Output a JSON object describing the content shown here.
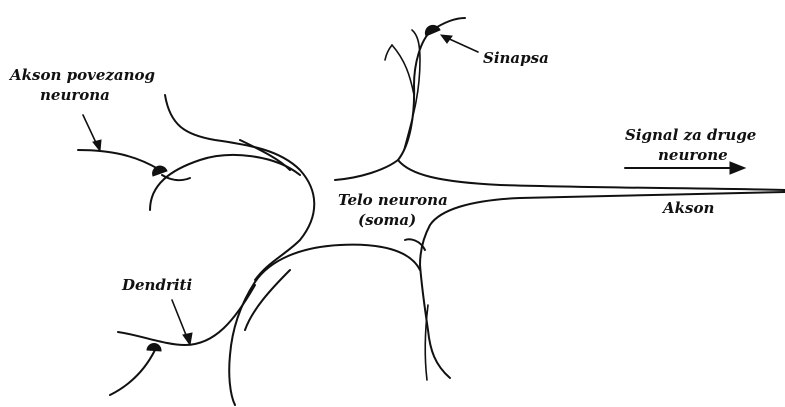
{
  "labels": {
    "axon_connected_line1": "Akson povezanog",
    "axon_connected_line2": "neurona",
    "synapse": "Sinapsa",
    "signal_line1": "Signal za druge",
    "signal_line2": "neurone",
    "soma_line1": "Telo neurona",
    "soma_line2": "(soma)",
    "axon": "Akson",
    "dendrites": "Dendriti"
  },
  "colors": {
    "ink": "#111111",
    "background": "#ffffff"
  }
}
